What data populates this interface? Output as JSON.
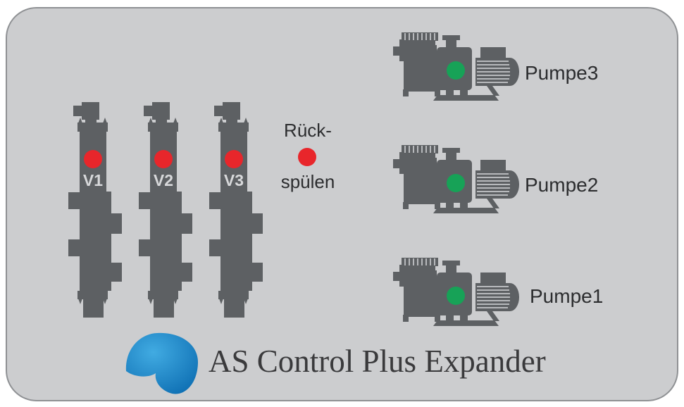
{
  "colors": {
    "page_bg": "#ffffff",
    "panel_bg": "#cccdcf",
    "panel_border": "#8f9194",
    "device_gray": "#5d6063",
    "stripe_light": "#b7b9bc",
    "led_red": "#e8262b",
    "led_green": "#17a257",
    "valve_label": "#d7d8da",
    "label_text": "#2c2d2f",
    "title_text": "#3a3a3c",
    "logo_light": "#41abe2",
    "logo_dark": "#0f70b4"
  },
  "valves": [
    {
      "label": "V1",
      "led_color": "#e8262b"
    },
    {
      "label": "V2",
      "led_color": "#e8262b"
    },
    {
      "label": "V3",
      "led_color": "#e8262b"
    }
  ],
  "backwash": {
    "label_line1": "Rück-",
    "label_line2": "spülen",
    "led_color": "#e8262b"
  },
  "pumps": [
    {
      "label": "Pumpe3",
      "led_color": "#17a257"
    },
    {
      "label": "Pumpe2",
      "led_color": "#17a257"
    },
    {
      "label": "Pumpe1",
      "led_color": "#17a257"
    }
  ],
  "footer": {
    "title": "AS Control Plus Expander",
    "logo": "water-wave-logo"
  }
}
